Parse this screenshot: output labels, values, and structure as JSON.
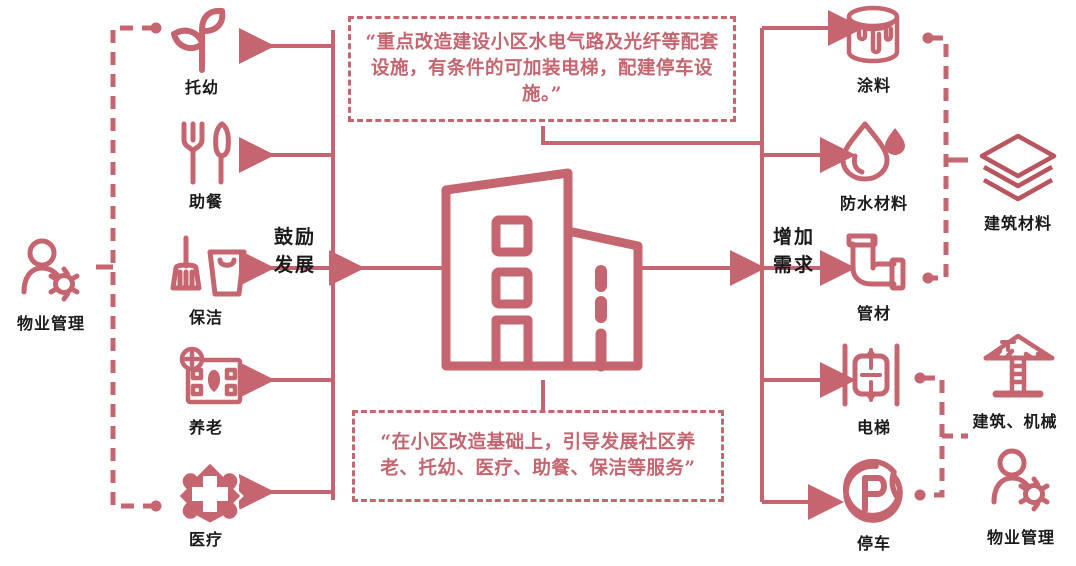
{
  "theme": {
    "accent": "#c4656f",
    "accent_dark": "#b9555f",
    "text": "#1a1a1a",
    "background": "#ffffff"
  },
  "center": {
    "icon": "apartment-building-icon",
    "name": "residential-building"
  },
  "flow_labels": {
    "left": "鼓励\n发展",
    "left_line1": "鼓励",
    "left_line2": "发展",
    "right": "增加\n需求",
    "right_line1": "增加",
    "right_line2": "需求"
  },
  "quotes": [
    {
      "id": "quote-top",
      "text": "“重点改造建设小区水电气路及光纤等配套设施，有条件的可加装电梯，配建停车设施。”"
    },
    {
      "id": "quote-bottom",
      "text": "“在小区改造基础上，引导发展社区养老、托幼、医疗、助餐、保洁等服务”"
    }
  ],
  "left_services": [
    {
      "label": "托幼",
      "icon": "sprout-icon"
    },
    {
      "label": "助餐",
      "icon": "fork-knife-icon"
    },
    {
      "label": "保洁",
      "icon": "broom-bucket-icon"
    },
    {
      "label": "养老",
      "icon": "elderly-care-icon"
    },
    {
      "label": "医疗",
      "icon": "medical-cross-icon"
    }
  ],
  "left_outcome": {
    "label": "物业管理",
    "icon": "person-gear-icon"
  },
  "right_demands": [
    {
      "label": "涂料",
      "icon": "paint-bucket-icon"
    },
    {
      "label": "防水材料",
      "icon": "water-drop-icon"
    },
    {
      "label": "管材",
      "icon": "pipe-elbow-icon"
    },
    {
      "label": "电梯",
      "icon": "elevator-icon"
    },
    {
      "label": "停车",
      "icon": "parking-p-icon"
    }
  ],
  "right_outcomes": [
    {
      "label": "建筑材料",
      "icon": "layers-icon"
    },
    {
      "label": "建筑、机械",
      "icon": "crane-icon"
    },
    {
      "label": "物业管理",
      "icon": "person-gear-icon"
    }
  ]
}
